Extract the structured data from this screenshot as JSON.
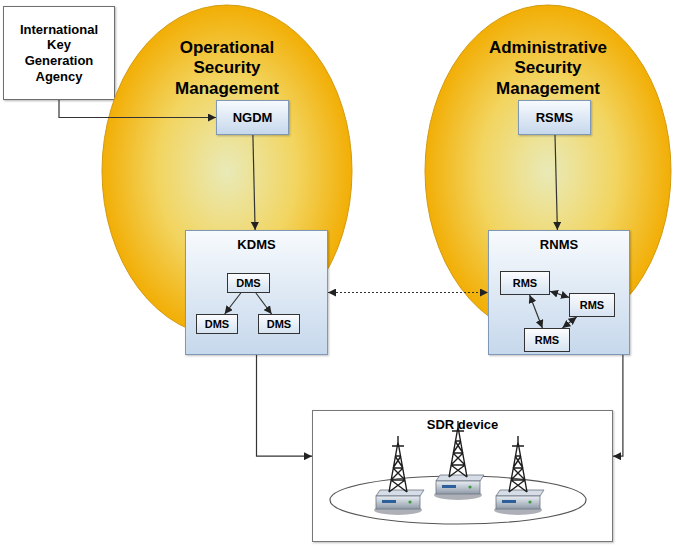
{
  "diagram": {
    "nodes": [
      {
        "text": [
          "International Key Generation Agency"
        ]
      },
      {
        "text": [
          "Operational Security Management"
        ]
      },
      {
        "text": [
          "NGDM"
        ],
        "in": 1
      },
      {
        "text": [
          "KDMS"
        ],
        "in": 1
      },
      {
        "text": [
          "DMS"
        ],
        "in": 3
      },
      {
        "text": [
          "DMS"
        ],
        "in": 3
      },
      {
        "text": [
          "DMS"
        ],
        "in": 3
      },
      {
        "text": [
          "Administrative Security Management"
        ]
      },
      {
        "text": [
          "RSMS"
        ],
        "in": 7
      },
      {
        "text": [
          "RNMS"
        ],
        "in": 7
      },
      {
        "text": [
          "RMS"
        ],
        "in": 9
      },
      {
        "text": [
          "RMS"
        ],
        "in": 9
      },
      {
        "text": [
          "RMS"
        ],
        "in": 9
      },
      {
        "text": [
          "SDR device"
        ]
      }
    ],
    "edges": [
      {
        "from": 0,
        "to": 2,
        "arrow": "to"
      },
      {
        "from": 2,
        "to": 3,
        "arrow": "to"
      },
      {
        "from": 4,
        "to": 5,
        "arrow": "to"
      },
      {
        "from": 4,
        "to": 6,
        "arrow": "to"
      },
      {
        "from": 3,
        "to": 9,
        "arrow": "both"
      },
      {
        "from": 8,
        "to": 9,
        "arrow": "to"
      },
      {
        "from": 10,
        "to": 11,
        "arrow": "both"
      },
      {
        "from": 10,
        "to": 12,
        "arrow": "both"
      },
      {
        "from": 11,
        "to": 12,
        "arrow": "both"
      },
      {
        "from": 3,
        "to": 13,
        "arrow": "to"
      },
      {
        "from": 9,
        "to": 13,
        "arrow": "to"
      }
    ]
  }
}
